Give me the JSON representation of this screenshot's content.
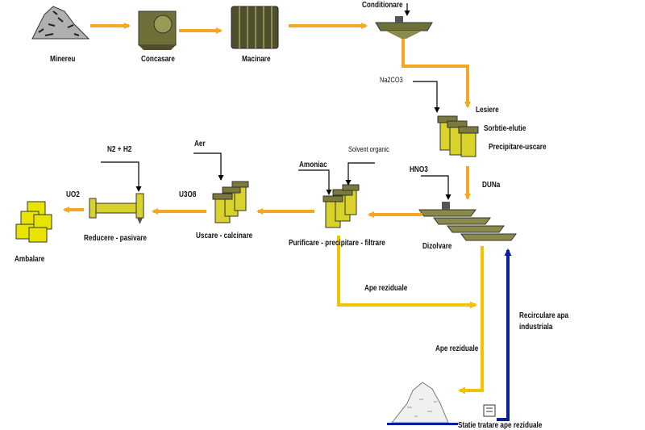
{
  "colors": {
    "flow": "#f5a623",
    "water": "#f2c400",
    "recycle": "#0a1e9e",
    "equipment": "#8a8a3a",
    "tank": "#d8d22a",
    "black": "#000000"
  },
  "labels": {
    "minereu": "Minereu",
    "concasare": "Concasare",
    "macinare": "Macinare",
    "conditionare": "Conditionare",
    "na2co3": "Na2CO3",
    "lesiere": "Lesiere",
    "sorbtie": "Sorbtie-elutie",
    "precipitare_uscare": "Precipitare-uscare",
    "duna": "DUNa",
    "hno3": "HNO3",
    "dizolvare": "Dizolvare",
    "amoniac": "Amoniac",
    "solvent": "Solvent organic",
    "purificare": "Purificare - precipitare - filtrare",
    "aer": "Aer",
    "u3o8": "U3O8",
    "uscare": "Uscare - calcinare",
    "n2h2": "N2 + H2",
    "uo2": "UO2",
    "reducere": "Reducere - pasivare",
    "ambalare": "Ambalare",
    "ape1": "Ape reziduale",
    "ape2": "Ape reziduale",
    "recirculare": "Recirculare apa",
    "industriala": "industriala",
    "statie": "Statie tratare ape reziduale"
  }
}
